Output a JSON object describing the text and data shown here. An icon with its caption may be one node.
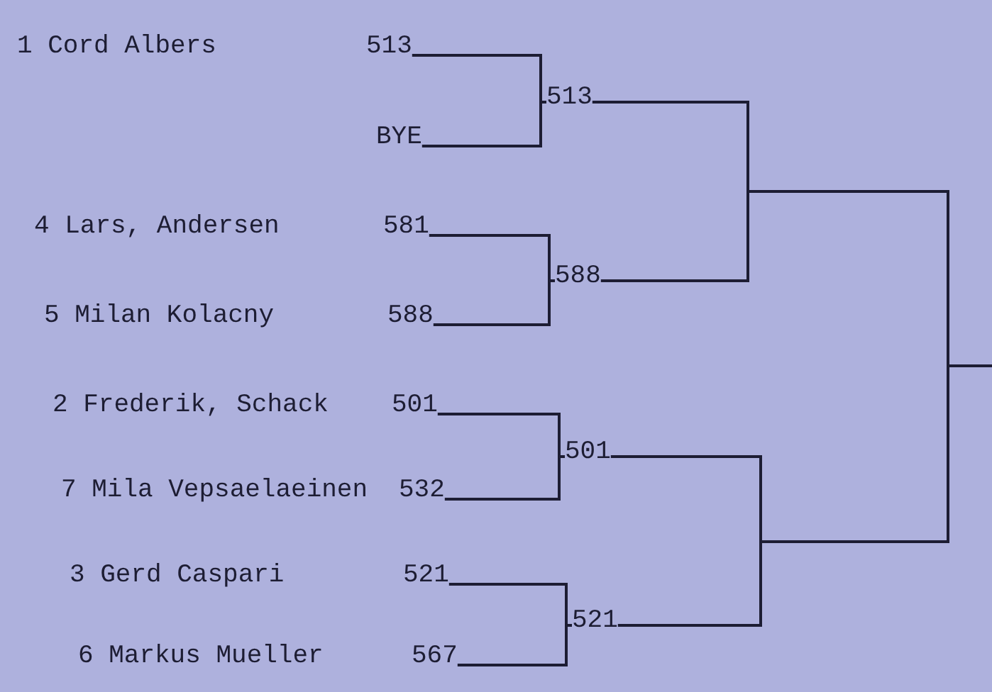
{
  "diagram": {
    "nodes": [
      {
        "text": [
          "513"
        ]
      },
      {
        "text": [
          "BYE"
        ]
      },
      {
        "text": [
          "581"
        ]
      },
      {
        "text": [
          "588"
        ]
      },
      {
        "text": [
          "501"
        ]
      },
      {
        "text": [
          "532"
        ]
      },
      {
        "text": [
          "521"
        ]
      },
      {
        "text": [
          "567"
        ]
      },
      {
        "text": [
          "513"
        ]
      },
      {
        "text": [
          "588"
        ]
      },
      {
        "text": [
          "501"
        ]
      },
      {
        "text": [
          "521"
        ]
      }
    ],
    "edges": [
      {
        "from": 0,
        "to": 8,
        "arrow": "none"
      },
      {
        "from": 1,
        "to": 8,
        "arrow": "none"
      },
      {
        "from": 2,
        "to": 9,
        "arrow": "none"
      },
      {
        "from": 3,
        "to": 9,
        "arrow": "none"
      },
      {
        "from": 4,
        "to": 10,
        "arrow": "none"
      },
      {
        "from": 5,
        "to": 10,
        "arrow": "none"
      },
      {
        "from": 6,
        "to": 11,
        "arrow": "none"
      },
      {
        "from": 7,
        "to": 11,
        "arrow": "none"
      },
      {
        "from": 8,
        "to": null,
        "arrow": "none"
      },
      {
        "from": 9,
        "to": null,
        "arrow": "none"
      },
      {
        "from": 10,
        "to": null,
        "arrow": "none"
      },
      {
        "from": 11,
        "to": null,
        "arrow": "none"
      }
    ],
    "labels": [
      "1 Cord Albers",
      "4 Lars, Andersen",
      "5 Milan Kolacny",
      "2 Frederik, Schack",
      "7 Mila Vepsaelaeinen",
      "3 Gerd Caspari",
      "6 Markus Mueller"
    ]
  }
}
